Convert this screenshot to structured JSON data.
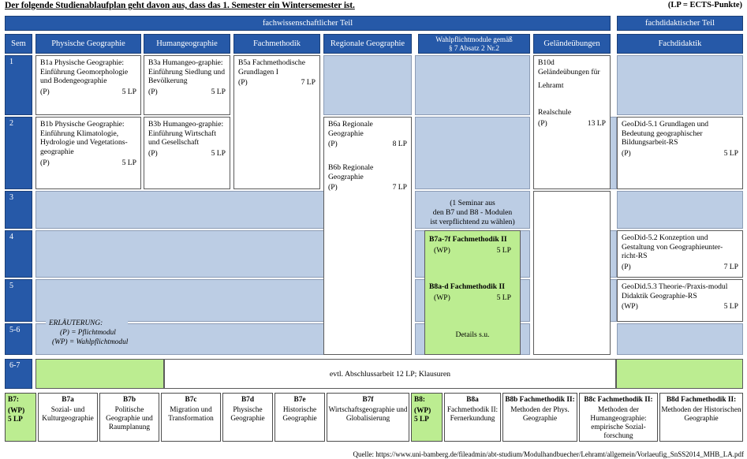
{
  "caption": "Der folgende Studienablaufplan geht davon aus, dass das 1. Semester ein Wintersemester ist.",
  "lp_note": "(LP = ECTS-Punkte)",
  "bands": {
    "fachwissenschaftlicher": "fachwissenschaftlicher Teil",
    "fachdidaktischer": "fachdidaktischer Teil"
  },
  "columns": [
    {
      "key": "sem",
      "label": "Sem"
    },
    {
      "key": "physgeo",
      "label": "Physische Geographie"
    },
    {
      "key": "humangeo",
      "label": "Humangeographie"
    },
    {
      "key": "fachmethodik",
      "label": "Fachmethodik"
    },
    {
      "key": "regionalgeo",
      "label": "Regionale Geographie"
    },
    {
      "key": "wahlpflicht",
      "label": "Wahlpflichtmodule gemäß § 7 Absatz 2 Nr.2",
      "line1": "Wahlpflichtmodule gemäß",
      "line2": "§ 7 Absatz 2 Nr.2"
    },
    {
      "key": "gelaende",
      "label": "Geländeübungen"
    },
    {
      "key": "fachdidaktik",
      "label": "Fachdidaktik"
    }
  ],
  "semesters": [
    {
      "label": "1"
    },
    {
      "label": "2"
    },
    {
      "label": "3"
    },
    {
      "label": "4"
    },
    {
      "label": "5"
    },
    {
      "label": "5-6"
    },
    {
      "label": "6-7"
    }
  ],
  "modules": {
    "b1a": {
      "title": "B1a Physische Geographie: Einführung Geomorphologie und Bodengeographie",
      "type": "(P)",
      "lp": "5 LP"
    },
    "b1b": {
      "title": "B1b Physische Geographie: Einführung Klimatologie, Hydrologie und Vegetations-geographie",
      "type": "(P)",
      "lp": "5 LP"
    },
    "b3a": {
      "title": "B3a Humangeo-graphie: Einführung Siedlung und Bevölkerung",
      "type": "(P)",
      "lp": "5 LP"
    },
    "b3b": {
      "title": "B3b Humangeo-graphie: Einführung Wirtschaft und Gesellschaft",
      "type": "(P)",
      "lp": "5 LP"
    },
    "b5a": {
      "title": "B5a Fachmethodische Grundlagen I",
      "type": "(P)",
      "lp": "7 LP"
    },
    "b6a": {
      "title": "B6a Regionale Geographie",
      "type": "(P)",
      "lp": "8 LP"
    },
    "b6b": {
      "title": "B6b Regionale Geographie",
      "type": "(P)",
      "lp": "7 LP"
    },
    "b10d": {
      "title": "B10d Geländeübungen für",
      "title2": "Lehramt",
      "title3": "Realschule",
      "type": "(P)",
      "lp": "13 LP"
    },
    "geodid51": {
      "title": "GeoDid-5.1 Grundlagen und Bedeutung geographischer Bildungsarbeit-RS",
      "type": "(P)",
      "lp": "5 LP"
    },
    "geodid52": {
      "title": "GeoDid-5.2 Konzeption und Gestaltung von Geographieunter-richt-RS",
      "type": "(P)",
      "lp": "7 LP"
    },
    "geodid53": {
      "title": "GeoDid.5.3 Theorie-/Praxis-modul Didaktik Geographie-RS",
      "type": "(WP)",
      "lp": "5 LP"
    },
    "b7af": {
      "title": "B7a-7f Fachmethodik II",
      "type": "(WP)",
      "lp": "5 LP"
    },
    "b8ad": {
      "title": "B8a-d Fachmethodik II",
      "type": "(WP)",
      "lp": "5 LP"
    }
  },
  "notes": {
    "seminar_note_l1": "(1 Seminar aus",
    "seminar_note_l2": "den B7 und B8 - Modulen",
    "seminar_note_l3": "ist verpflichtend zu wählen)",
    "details": "Details s.u.",
    "abschlussarbeit": "evtl. Abschlussarbeit 12 LP; Klausuren"
  },
  "legend": {
    "heading": "ERLÄUTERUNG:",
    "line1": "(P) = Pflichtmodul",
    "line2": "(WP) = Wahlpflichtmodul"
  },
  "bottom_modules": [
    {
      "code": "B7:",
      "type": "(WP)",
      "lp": "5 LP",
      "name": "",
      "green": true,
      "tag": true
    },
    {
      "code": "B7a",
      "name": "Sozial- und Kulturgeographie",
      "green": false
    },
    {
      "code": "B7b",
      "name": "Politische Geographie und Raumplanung",
      "green": false
    },
    {
      "code": "B7c",
      "name": "Migration und Transformation",
      "green": false
    },
    {
      "code": "B7d",
      "name": "Physische Geographie",
      "green": false
    },
    {
      "code": "B7e",
      "name": "Historische Geographie",
      "green": false
    },
    {
      "code": "B7f",
      "name": "Wirtschaftsgeographie und Globalisierung",
      "green": false
    },
    {
      "code": "B8:",
      "type": "(WP)",
      "lp": "5 LP",
      "name": "",
      "green": true,
      "tag": true
    },
    {
      "code": "B8a",
      "name": "Fachmethodik II: Fernerkundung",
      "green": false
    },
    {
      "code": "B8b Fachmethodik II:",
      "name": "Methoden der Phys. Geographie",
      "green": false
    },
    {
      "code": "B8c Fachmethodik II:",
      "name": "Methoden der Humangeographie: empirische Sozial-forschung",
      "green": false
    },
    {
      "code": "B8d Fachmethodik II:",
      "name": "Methoden der Historischen Geographie",
      "green": false
    }
  ],
  "source": "Quelle: https://www.uni-bamberg.de/fileadmin/abt-studium/Modulhandbuecher/Lehramt/allgemein/Vorlaeufig_SnSS2014_MHB_LA.pdf",
  "colors": {
    "header_blue": "#2659A8",
    "cell_blue": "#BCDE4",
    "green": "#BCED91"
  }
}
